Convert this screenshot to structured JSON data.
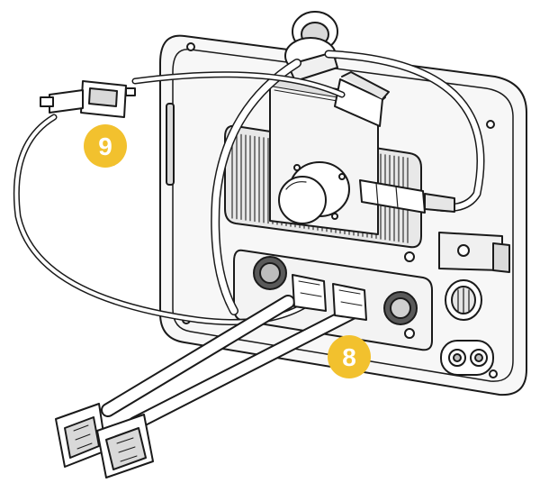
{
  "callouts": [
    {
      "id": "callout-9",
      "label": "9"
    },
    {
      "id": "callout-8",
      "label": "8"
    }
  ],
  "colors": {
    "background": "#ffffff",
    "line": "#1a1a1a",
    "fill_light": "#f2f2f2",
    "fill_mid": "#bdbdbd",
    "fill_dark": "#595959",
    "callout": "#f2c12e",
    "callout_text": "#ffffff"
  },
  "icons": [
    "ball-mount-icon",
    "connector-port-icon",
    "plug-connector-icon"
  ]
}
